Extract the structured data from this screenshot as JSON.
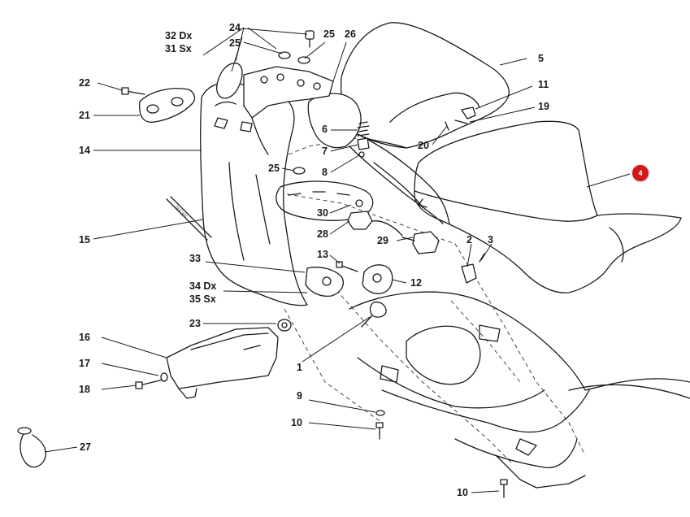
{
  "callouts": {
    "c1": "1",
    "c2": "2",
    "c3": "3",
    "c4": "4",
    "c5": "5",
    "c6": "6",
    "c7": "7",
    "c8": "8",
    "c9": "9",
    "c10a": "10",
    "c10b": "10",
    "c11": "11",
    "c12": "12",
    "c13": "13",
    "c14": "14",
    "c15": "15",
    "c16": "16",
    "c17": "17",
    "c18": "18",
    "c19": "19",
    "c20": "20",
    "c21": "21",
    "c22": "22",
    "c23": "23",
    "c24": "24",
    "c25a": "25",
    "c25b": "25",
    "c25c": "25",
    "c26": "26",
    "c27": "27",
    "c28": "28",
    "c29": "29",
    "c30": "30",
    "c31": "31 Sx",
    "c32": "32 Dx",
    "c33": "33",
    "c34": "34 Dx",
    "c35": "35 Sx"
  },
  "brand_text": "DUCATI",
  "highlight": {
    "label": "4",
    "color": "#d01818"
  }
}
